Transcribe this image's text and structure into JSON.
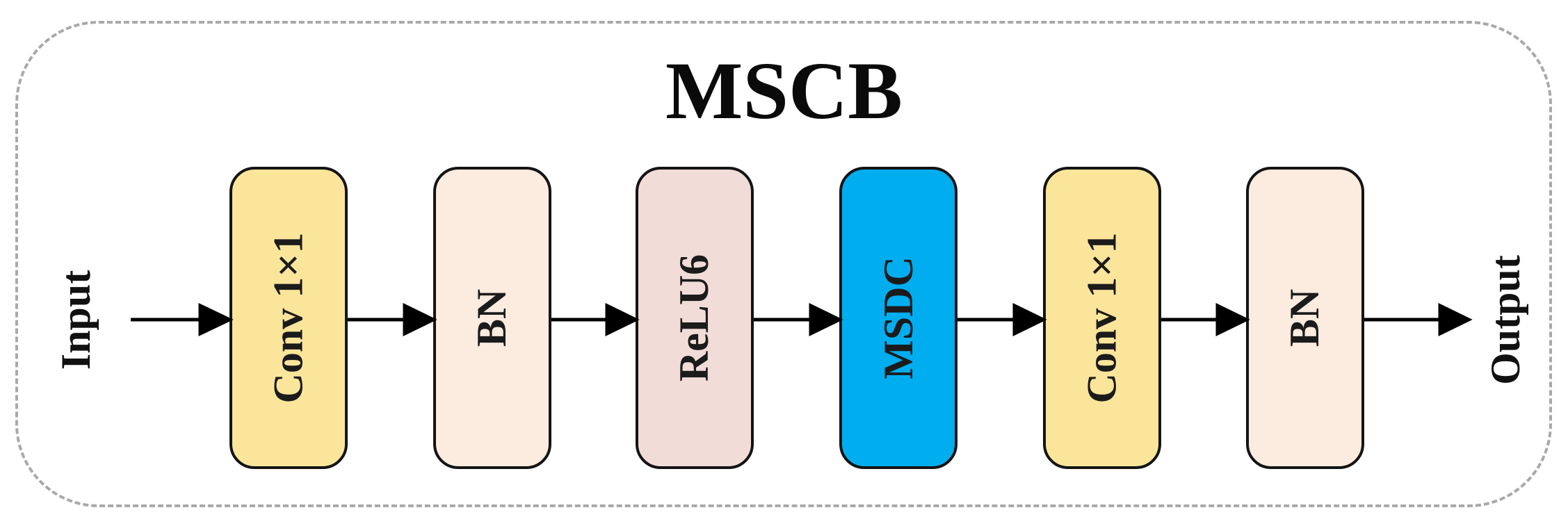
{
  "title": "MSCB",
  "input_label": "Input",
  "output_label": "Output",
  "blocks": [
    {
      "label": "Conv 1×1",
      "color": "#fbe59b"
    },
    {
      "label": "BN",
      "color": "#fcebdf"
    },
    {
      "label": "ReLU6",
      "color": "#f1dcd8"
    },
    {
      "label": "MSDC",
      "color": "#00aeef"
    },
    {
      "label": "Conv 1×1",
      "color": "#fbe59b"
    },
    {
      "label": "BN",
      "color": "#fcebdf"
    }
  ],
  "colors": {
    "frame": "#a9a9a9",
    "stroke": "#141414",
    "arrow": "#000000"
  }
}
